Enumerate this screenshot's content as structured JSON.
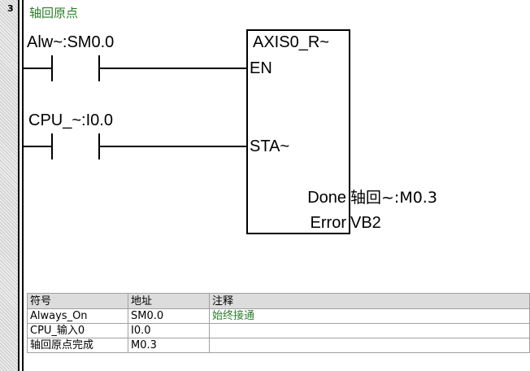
{
  "rung": {
    "number": "3",
    "title": "轴回原点"
  },
  "contacts": [
    {
      "label": "Alw~:SM0.0"
    },
    {
      "label": "CPU_~:I0.0"
    }
  ],
  "block": {
    "name": "AXIS0_R~",
    "inputs": [
      "EN",
      "STA~"
    ],
    "outputs": [
      {
        "name": "Done",
        "connection": "轴回~:M0.3"
      },
      {
        "name": "Error",
        "connection": "VB2"
      }
    ]
  },
  "symbol_table": {
    "headers": [
      "符号",
      "地址",
      "注释"
    ],
    "rows": [
      {
        "symbol": "Always_On",
        "address": "SM0.0",
        "comment": "始终接通"
      },
      {
        "symbol": "CPU_输入0",
        "address": "I0.0",
        "comment": ""
      },
      {
        "symbol": "轴回原点完成",
        "address": "M0.3",
        "comment": ""
      }
    ]
  }
}
